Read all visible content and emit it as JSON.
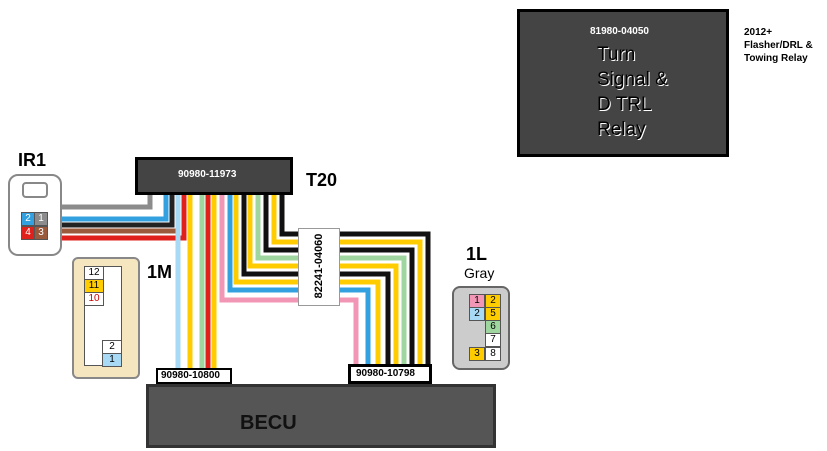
{
  "relay": {
    "part_number": "81980-04050",
    "name_lines": [
      "Turn",
      "Signal &",
      "D TRL",
      "Relay"
    ],
    "side_note": [
      "2012+",
      "Flasher/DRL &",
      "Towing Relay"
    ]
  },
  "connectors": {
    "ir1": {
      "label": "IR1",
      "pins": [
        "2",
        "1",
        "4",
        "3"
      ]
    },
    "t20": {
      "label": "T20",
      "part_number": "90980-11973"
    },
    "m1": {
      "label": "1M",
      "pins": [
        "12",
        "11",
        "10",
        "2",
        "1"
      ]
    },
    "l1": {
      "label": "1L",
      "sublabel": "Gray",
      "pins": [
        "1",
        "2",
        "2",
        "5",
        "6",
        "7",
        "3",
        "8"
      ]
    },
    "becu_left": {
      "part_number": "90980-10800"
    },
    "becu_right": {
      "part_number": "90980-10798"
    },
    "harness": {
      "part_number": "82241-04060"
    }
  },
  "becu": {
    "label": "BECU"
  },
  "colors": {
    "gray": "#8c8c8c",
    "blue": "#33a1e0",
    "brown": "#9b5a3c",
    "red": "#e0201b",
    "yellow": "#ffcc00",
    "black": "#111111",
    "green": "#9fd59f",
    "pink": "#f296b6",
    "lightblue": "#a8daf5",
    "white": "#ffffff",
    "box": "#444444",
    "cream": "#f5e6c0"
  }
}
